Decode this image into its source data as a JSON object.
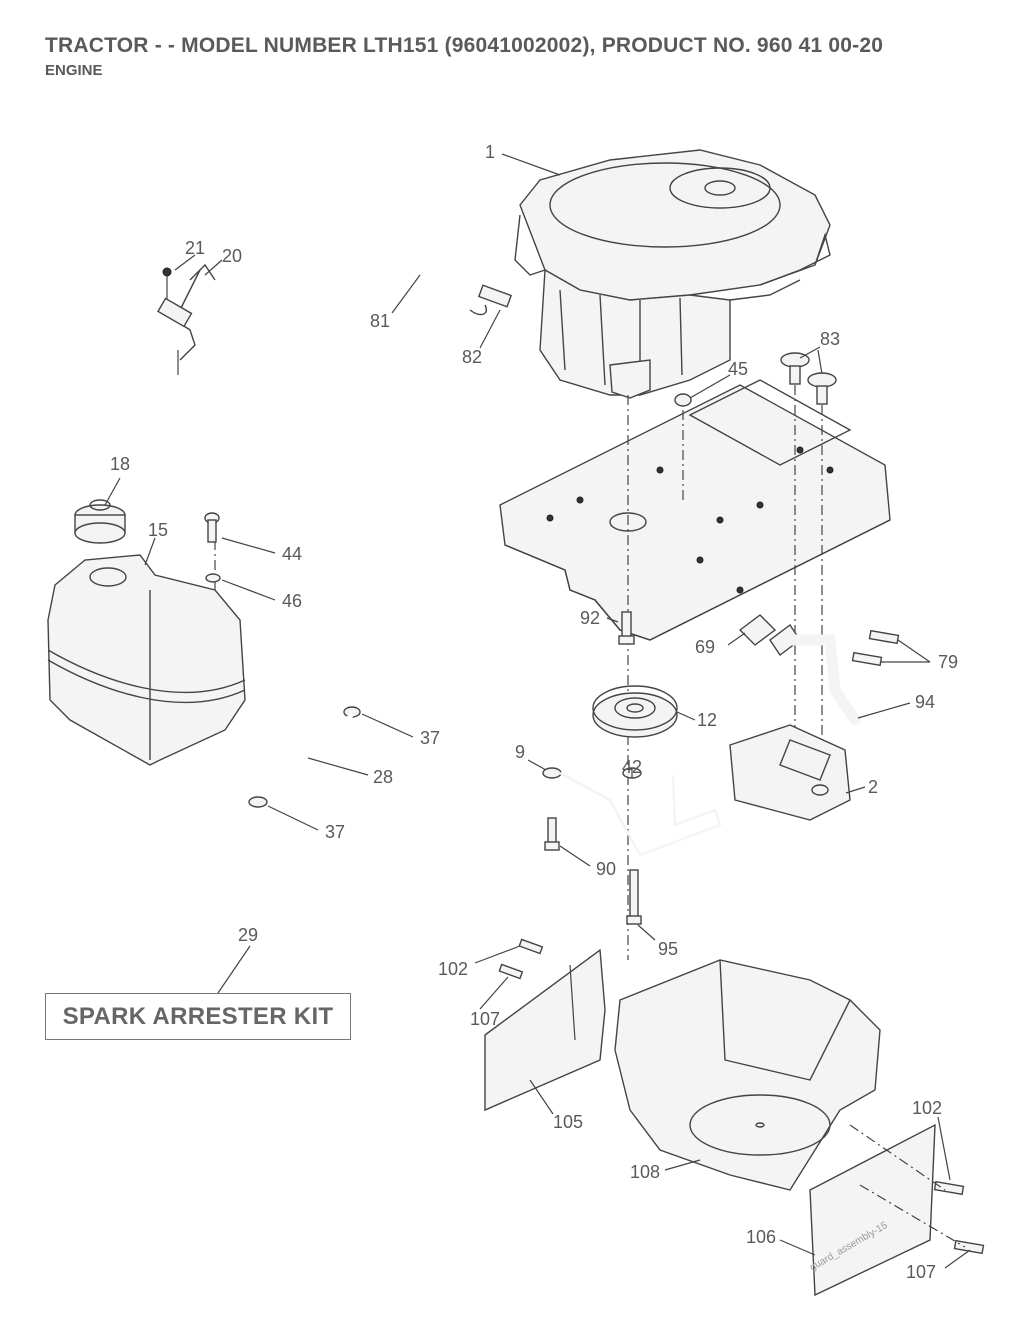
{
  "header": {
    "title": "TRACTOR - - MODEL NUMBER LTH151 (96041002002), PRODUCT NO. 960 41 00-20",
    "subtitle": "ENGINE"
  },
  "kit_label": "SPARK ARRESTER KIT",
  "watermark": "guard_assembly-15",
  "callouts": {
    "c1": "1",
    "c21": "21",
    "c20": "20",
    "c81": "81",
    "c82": "82",
    "c83": "83",
    "c45": "45",
    "c18": "18",
    "c15": "15",
    "c44": "44",
    "c46": "46",
    "c92": "92",
    "c69": "69",
    "c79": "79",
    "c94": "94",
    "c12": "12",
    "c37a": "37",
    "c28": "28",
    "c37b": "37",
    "c9": "9",
    "c42": "42",
    "c2": "2",
    "c90": "90",
    "c95": "95",
    "c29": "29",
    "c102a": "102",
    "c107a": "107",
    "c105": "105",
    "c102b": "102",
    "c108": "108",
    "c106": "106",
    "c107b": "107"
  }
}
